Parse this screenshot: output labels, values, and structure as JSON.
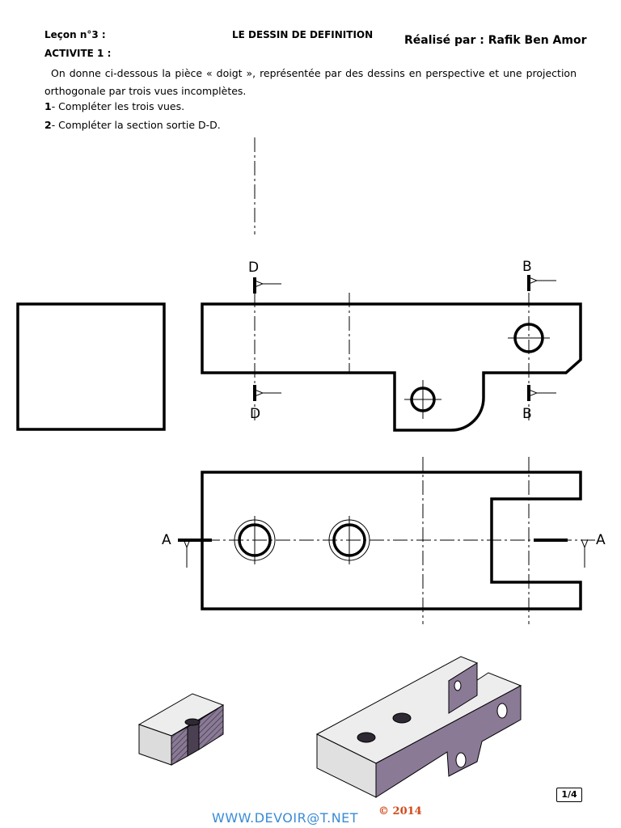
{
  "header": {
    "lesson": "Leçon n°3 :",
    "title": "LE DESSIN DE DEFINITION",
    "author": "Réalisé par : Rafik Ben Amor",
    "activity": "ACTIVITE 1 :"
  },
  "instructions": {
    "intro": "On donne ci-dessous la pièce « doigt », représentée par des dessins en perspective et une projection orthogonale par trois vues incomplètes.",
    "task1_num": "1",
    "task1_text": "- Compléter les trois vues.",
    "task2_num": "2",
    "task2_text": "- Compléter la section sortie D-D."
  },
  "drawing": {
    "section_D_top": "D",
    "section_D_bottom": "D",
    "section_B_top": "B",
    "section_B_bottom": "B",
    "section_A_left": "A",
    "section_A_right": "A",
    "perspective_fill_color": "#8a7a96",
    "perspective_light_color": "#e6e6e6"
  },
  "footer": {
    "page": "1/4",
    "site": "WWW.DEVOIR@T.NET",
    "year": "© 2014"
  }
}
